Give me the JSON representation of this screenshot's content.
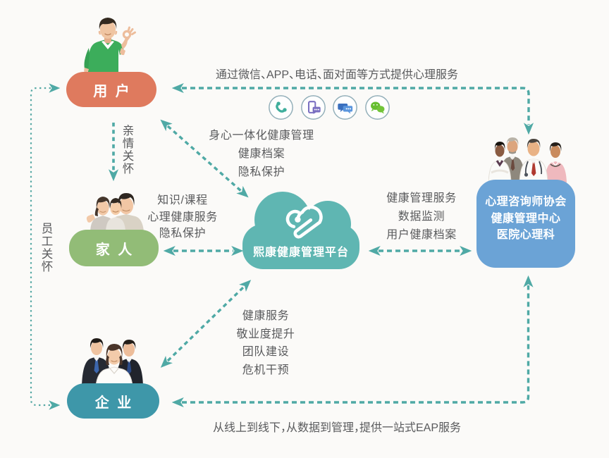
{
  "colors": {
    "background": "#fbfaf8",
    "connector_teal": "#4fa9a5",
    "user_box": "#df7a5e",
    "family_box": "#92bc77",
    "enterprise_box": "#3e97a9",
    "providers_box": "#6ba3d6",
    "cloud": "#5fb6b2",
    "annotation_text": "#595a5c"
  },
  "nodes": {
    "user": {
      "label": "用 户"
    },
    "family": {
      "label": "家 人"
    },
    "enterprise": {
      "label": "企 业"
    },
    "platform": {
      "label": "熙康健康管理平台"
    },
    "providers": {
      "lines": [
        "心理咨询师协会",
        "健康管理中心",
        "医院心理科"
      ]
    }
  },
  "annotations": {
    "top_channels": "通过微信、APP、电话、面对面等方式提供心理服务",
    "bottom_service": "从线上到线下，从数据到管理，提供一站式EAP服务",
    "family_care": "亲情关怀",
    "employee_care": "员工关怀",
    "user_platform": {
      "lines": [
        "身心一体化健康管理",
        "健康档案",
        "隐私保护"
      ]
    },
    "family_platform": {
      "lines": [
        "知识/课程",
        "心理健康服务",
        "隐私保护"
      ]
    },
    "platform_providers": {
      "lines": [
        "健康管理服务",
        "数据监测",
        "用户健康档案"
      ]
    },
    "enterprise_platform": {
      "lines": [
        "健康服务",
        "敬业度提升",
        "团队建设",
        "危机干预"
      ]
    }
  },
  "channel_icons": [
    "phone-icon",
    "mobile-message-icon",
    "chat-bubbles-icon",
    "wechat-icon"
  ]
}
